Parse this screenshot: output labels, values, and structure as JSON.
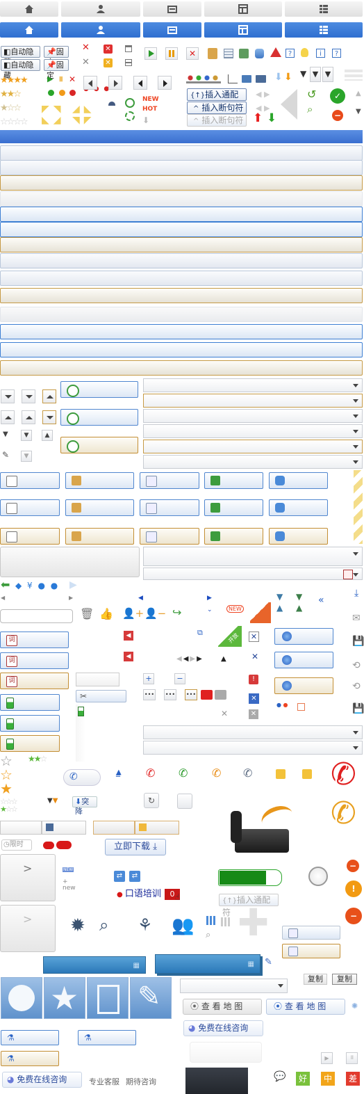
{
  "toolbar": {
    "auto_hide_label": "自动隐藏",
    "pin_label": "固定",
    "hot_new_1": "NEW",
    "hot_new_2": "HOT",
    "insert_wildcard": "插入通配符",
    "insert_breaker": "插入断句符",
    "insert_prefix": "{↑}",
    "insert_prefix_2": "^",
    "insert_prefix_3": "^"
  },
  "panels": {
    "ci_label": "词",
    "new_tag": "NEW",
    "kaifang_tag": "开放",
    "degrade_label": "突降",
    "limit_label": "限时",
    "download_label": "立即下载",
    "english_training": "口语培训",
    "badge_count": "0",
    "insert_wildcard_disabled": "插入通配符",
    "new_small": "new",
    "copy_1": "复制",
    "copy_2": "复制",
    "view_map_1": "查 看 地 图",
    "view_map_2": "查 看 地 图",
    "free_consult": "免费在线咨询",
    "footer_consult": "免费在线咨询",
    "footer_service": "专业客服",
    "footer_expect": "期待咨询",
    "rating_good": "好",
    "rating_mid": "中",
    "rating_bad": "差"
  },
  "colors": {
    "accent_blue": "#3a78d8",
    "gold_border": "#c69a45",
    "green_ok": "#2aa52a",
    "red_alert": "#d92626"
  }
}
